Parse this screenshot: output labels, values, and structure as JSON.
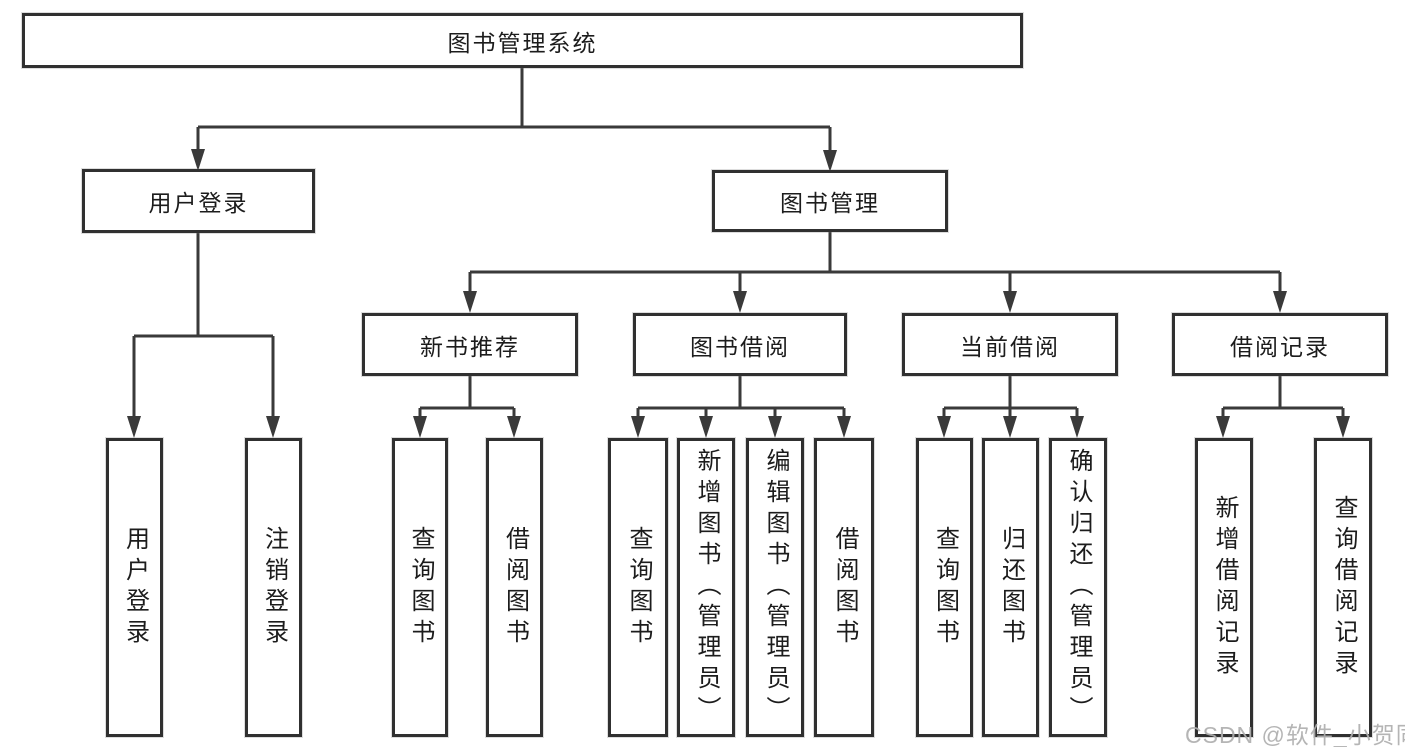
{
  "tree": {
    "label": "图书管理系统",
    "children": [
      {
        "label": "用户登录",
        "children": [
          {
            "label": "用户登录"
          },
          {
            "label": "注销登录"
          }
        ]
      },
      {
        "label": "图书管理",
        "children": [
          {
            "label": "新书推荐",
            "children": [
              {
                "label": "查询图书"
              },
              {
                "label": "借阅图书"
              }
            ]
          },
          {
            "label": "图书借阅",
            "children": [
              {
                "label": "查询图书"
              },
              {
                "label": "新增图书（管理员）"
              },
              {
                "label": "编辑图书（管理员）"
              },
              {
                "label": "借阅图书"
              }
            ]
          },
          {
            "label": "当前借阅",
            "children": [
              {
                "label": "查询图书"
              },
              {
                "label": "归还图书"
              },
              {
                "label": "确认归还（管理员）"
              }
            ]
          },
          {
            "label": "借阅记录",
            "children": [
              {
                "label": "新增借阅记录"
              },
              {
                "label": "查询借阅记录"
              }
            ]
          }
        ]
      }
    ]
  },
  "watermark": {
    "text": "CSDN @软件_小贺同学"
  },
  "colors": {
    "line": "#3a3a3a",
    "box_border": "#303030",
    "text": "#1c1c1c",
    "watermark": "#bdbdbd",
    "background": "#ffffff"
  }
}
